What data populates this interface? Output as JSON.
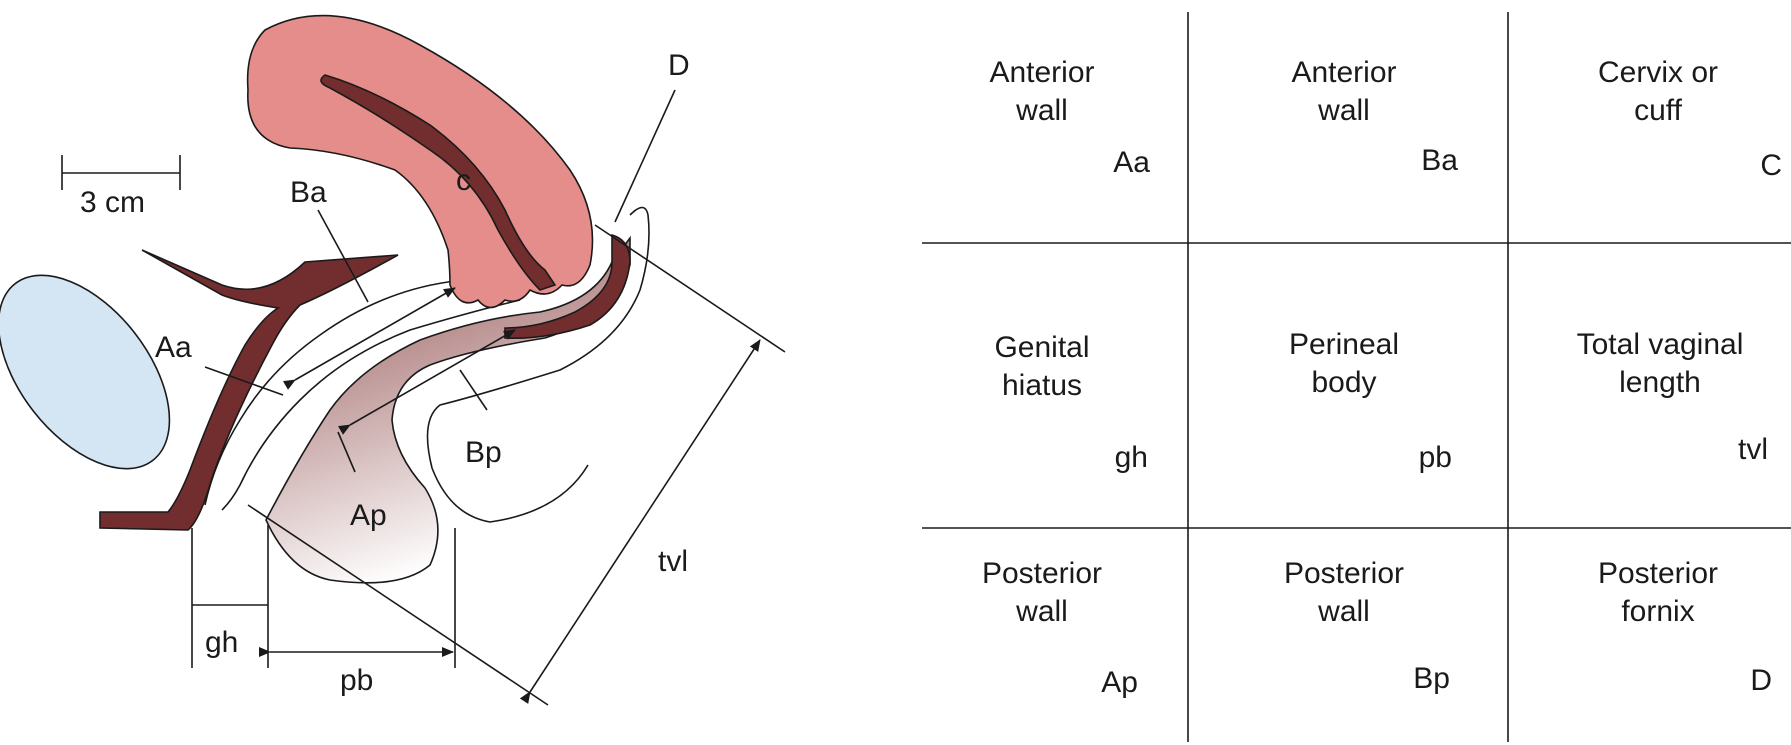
{
  "scale_label": "3 cm",
  "labels": {
    "D": "D",
    "C": "c",
    "Ba": "Ba",
    "Aa": "Aa",
    "Bp": "Bp",
    "Ap": "Ap",
    "tvl": "tvl",
    "gh": "gh",
    "pb": "pb"
  },
  "grid": [
    [
      {
        "title": [
          "Anterior",
          "wall"
        ],
        "code": "Aa"
      },
      {
        "title": [
          "Anterior",
          "wall"
        ],
        "code": "Ba"
      },
      {
        "title": [
          "Cervix or",
          "cuff"
        ],
        "code": "C"
      }
    ],
    [
      {
        "title": [
          "Genital",
          "hiatus"
        ],
        "code": "gh"
      },
      {
        "title": [
          "Perineal",
          "body"
        ],
        "code": "pb"
      },
      {
        "title": [
          "Total vaginal",
          "length"
        ],
        "code": "tvl"
      }
    ],
    [
      {
        "title": [
          "Posterior",
          "wall"
        ],
        "code": "Ap"
      },
      {
        "title": [
          "Posterior",
          "wall"
        ],
        "code": "Bp"
      },
      {
        "title": [
          "Posterior",
          "fornix"
        ],
        "code": "D"
      }
    ]
  ],
  "colors": {
    "uterus": "#e48d8a",
    "muscle": "#722e2e",
    "bladder": "#d4e6f3",
    "rectum_top": "#8e4a4a",
    "rectum_bottom": "#ffffff"
  }
}
